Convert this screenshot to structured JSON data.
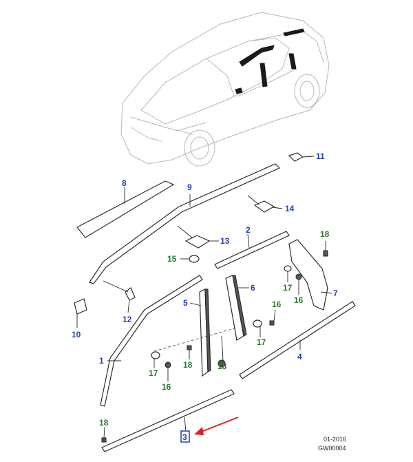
{
  "callouts": {
    "c1": "1",
    "c2": "2",
    "c3": "3",
    "c4": "4",
    "c5": "5",
    "c6": "6",
    "c7": "7",
    "c8": "8",
    "c9": "9",
    "c10": "10",
    "c11": "11",
    "c12": "12",
    "c13": "13",
    "c14": "14",
    "c15": "15",
    "c16a": "16",
    "c16b": "16",
    "c16c": "16",
    "c17a": "17",
    "c17b": "17",
    "c17c": "17",
    "c18a": "18",
    "c18b": "18",
    "c18c": "18",
    "c18d": "18"
  },
  "footer": {
    "date": "01-2016",
    "code": "GW00004"
  },
  "colors": {
    "callout_blue": "#1f3fbf",
    "callout_green": "#2a7a2a",
    "highlight_arrow": "#e0201c",
    "highlight_box": "#1f3fbf"
  }
}
